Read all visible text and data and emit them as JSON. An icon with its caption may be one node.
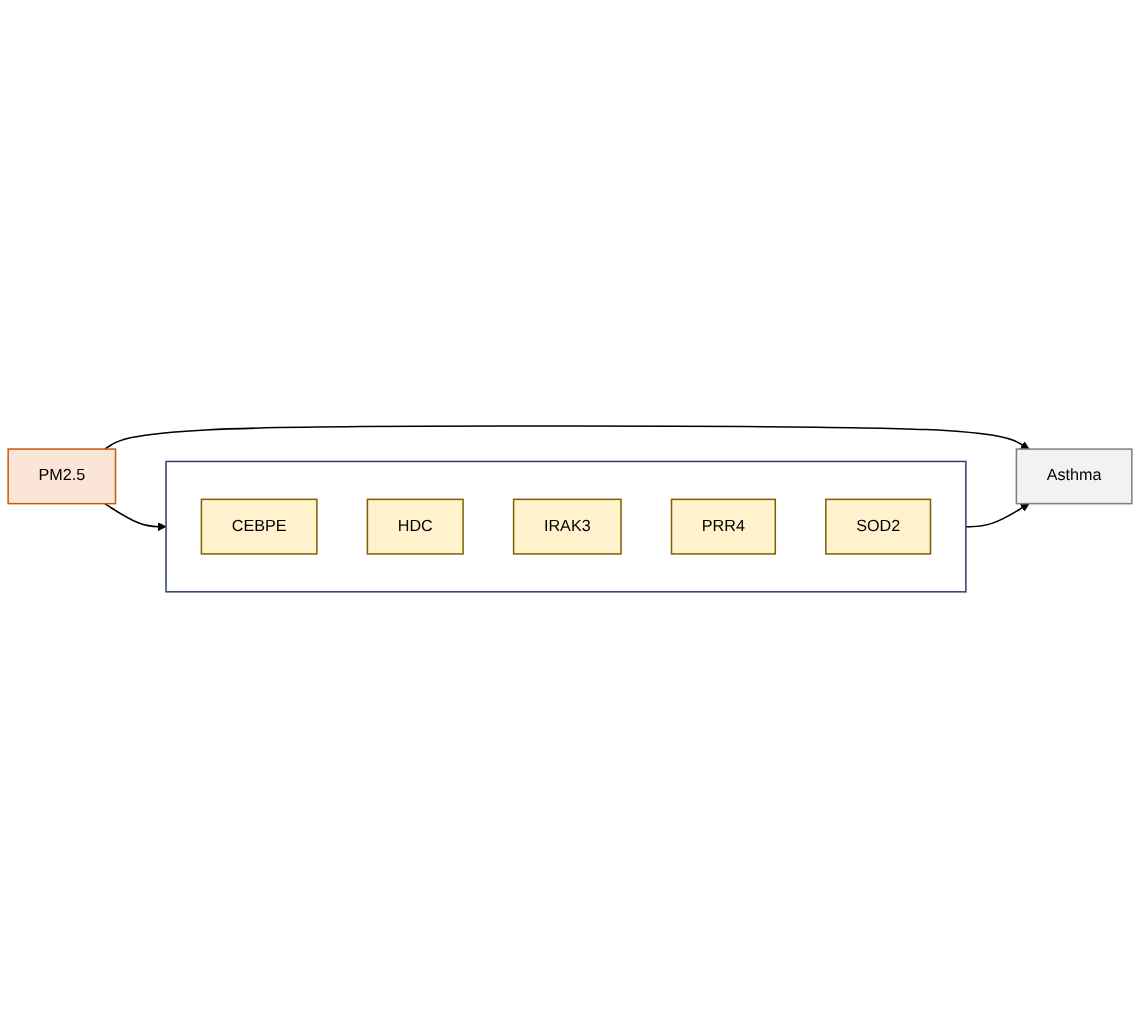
{
  "diagram": {
    "nodes": [
      {
        "text": [
          "PM2.5"
        ]
      },
      {
        "text": [
          "Asthma"
        ]
      },
      {
        "text": [],
        "shape": "box"
      },
      {
        "text": [
          "CEBPE"
        ],
        "in": 2
      },
      {
        "text": [
          "HDC"
        ],
        "in": 2
      },
      {
        "text": [
          "IRAK3"
        ],
        "in": 2
      },
      {
        "text": [
          "PRR4"
        ],
        "in": 2
      },
      {
        "text": [
          "SOD2"
        ],
        "in": 2
      }
    ],
    "edges": [
      {
        "from": 0,
        "to": 1,
        "arrow": "to"
      },
      {
        "from": 0,
        "to": 2,
        "arrow": "to"
      },
      {
        "from": 2,
        "to": 1,
        "arrow": "to"
      }
    ]
  }
}
